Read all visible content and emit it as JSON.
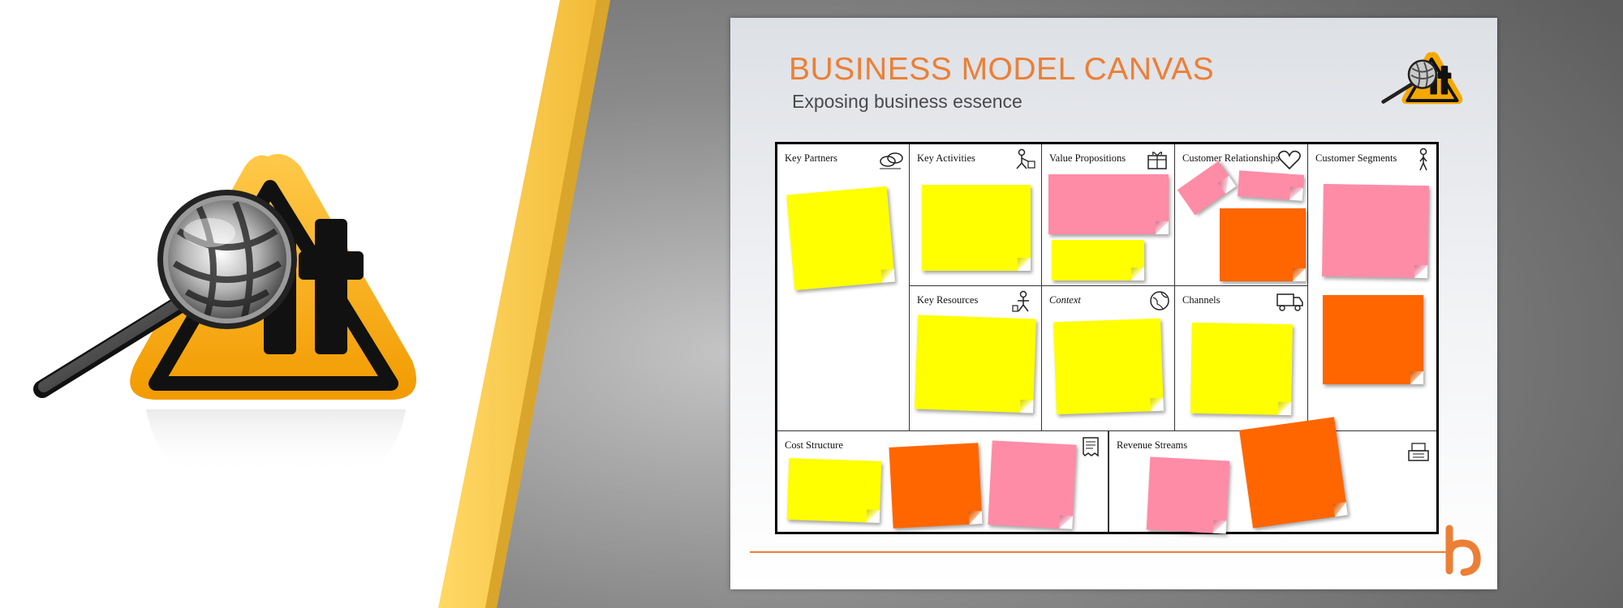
{
  "colors": {
    "accent": "#ec7f36",
    "stripe_gold": "#f7c443",
    "logo_yellow": "#f5a800",
    "note_yellow": "#ffff00",
    "note_pink": "#ff8ca7",
    "note_orange": "#ff6600"
  },
  "icons": {
    "brand_logo": "magnifier-it-logo-icon",
    "slide_logo": "magnifier-it-logo-icon",
    "footer_logo": "h-logo-icon"
  },
  "slide": {
    "title": "BUSINESS MODEL CANVAS",
    "subtitle": "Exposing business essence"
  },
  "canvas": {
    "key_partners": "Key Partners",
    "key_activities": "Key Activities",
    "key_resources": "Key Resources",
    "value_propositions": "Value Propositions",
    "context": "Context",
    "customer_relationships": "Customer Relationships",
    "channels": "Channels",
    "customer_segments": "Customer Segments",
    "cost_structure": "Cost Structure",
    "revenue_streams": "Revenue Streams"
  }
}
